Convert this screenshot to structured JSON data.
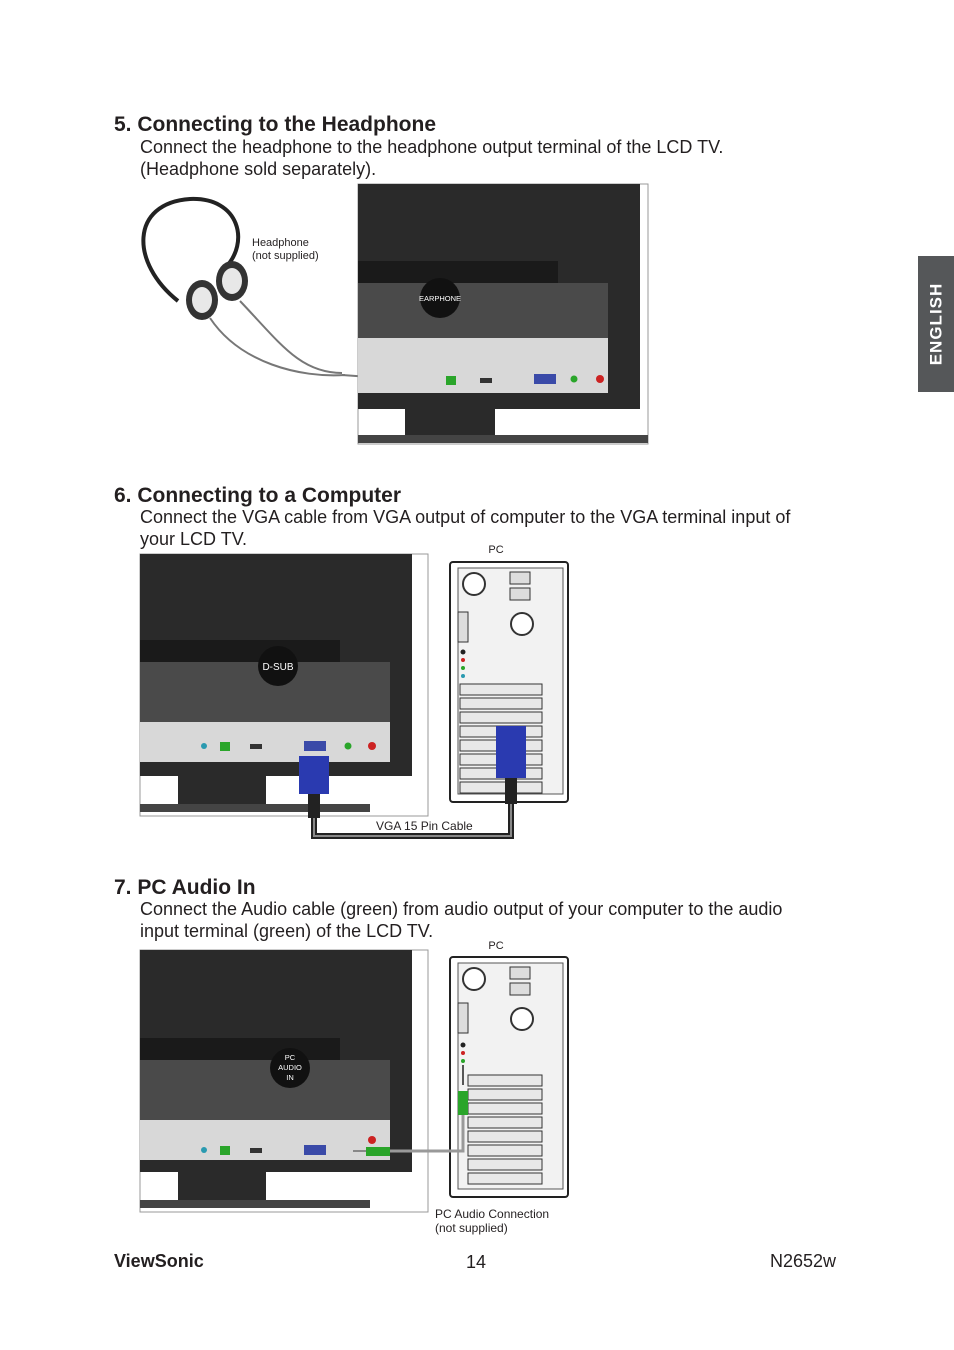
{
  "side_tab": {
    "label": "ENGLISH"
  },
  "sections": [
    {
      "heading": "5. Connecting to the Headphone",
      "body_line1": "Connect the headphone to the headphone output terminal of the LCD TV.",
      "body_line2": "(Headphone sold separately).",
      "callout": "EARPHONE",
      "label_line1": "Headphone",
      "label_line2": "(not supplied)"
    },
    {
      "heading": "6. Connecting to a Computer",
      "body_line1": "Connect the VGA cable from VGA output of computer to the VGA terminal input of",
      "body_line2": "your LCD TV.",
      "callout": "D-SUB",
      "pc_label": "PC",
      "cable_label": "VGA 15 Pin Cable"
    },
    {
      "heading": "7. PC Audio In",
      "body_line1": "Connect the Audio cable (green) from audio output of your computer to the audio",
      "body_line2": "input terminal (green) of the LCD TV.",
      "callout_line1": "PC",
      "callout_line2": "AUDIO",
      "callout_line3": "IN",
      "pc_label": "PC",
      "label_line1": "PC Audio Connection",
      "label_line2": "(not supplied)"
    }
  ],
  "footer": {
    "brand": "ViewSonic",
    "page": "14",
    "model": "N2652w"
  }
}
